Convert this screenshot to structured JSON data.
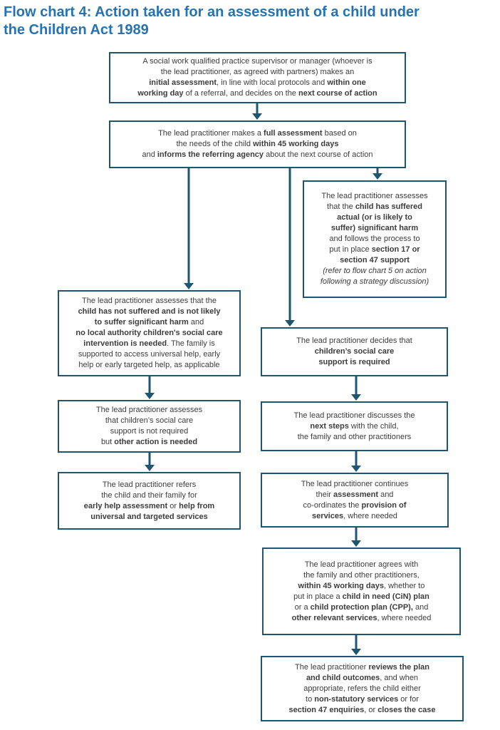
{
  "page": {
    "title": "Flow chart 4: Action taken for an assessment of a child under\nthe Children Act 1989"
  },
  "colors": {
    "title": "#2573B4",
    "box_border": "#1E5672",
    "arrow": "#1E5672",
    "text": "#3C3C3C"
  },
  "flow": {
    "boxes": [
      {
        "name": "initial-assessment",
        "segments": [
          {
            "t": "A social work qualified practice supervisor or manager (whoever is\nthe lead practitioner, as agreed with partners) makes an\n",
            "s": ""
          },
          {
            "t": "initial assessment",
            "s": "b"
          },
          {
            "t": ", in line with local protocols and ",
            "s": ""
          },
          {
            "t": "within one\nworking day",
            "s": "b"
          },
          {
            "t": " of a referral, and decides on the ",
            "s": ""
          },
          {
            "t": "next course of action",
            "s": "b"
          }
        ]
      },
      {
        "name": "full-assessment",
        "segments": [
          {
            "t": "The lead practitioner makes a ",
            "s": ""
          },
          {
            "t": "full assessment",
            "s": "b"
          },
          {
            "t": " based on\nthe needs of the child ",
            "s": ""
          },
          {
            "t": "within 45 working days",
            "s": "b"
          },
          {
            "t": "\nand ",
            "s": ""
          },
          {
            "t": "informs the referring agency",
            "s": "b"
          },
          {
            "t": " about the next course of action",
            "s": ""
          }
        ]
      },
      {
        "name": "significant-harm",
        "segments": [
          {
            "t": "The lead practitioner assesses\nthat the ",
            "s": ""
          },
          {
            "t": "child has suffered\nactual (or is likely to\nsuffer) significant harm",
            "s": "b"
          },
          {
            "t": "\nand follows the process to\nput in place ",
            "s": ""
          },
          {
            "t": "section 17 or\nsection 47 support",
            "s": "b"
          },
          {
            "t": "\n",
            "s": ""
          },
          {
            "t": "(refer to flow chart 5 on action\nfollowing a strategy discussion)",
            "s": "i"
          }
        ]
      },
      {
        "name": "no-significant-harm",
        "segments": [
          {
            "t": "The lead practitioner assesses that the\n",
            "s": ""
          },
          {
            "t": "child has not suffered and is not likely\nto suffer significant harm",
            "s": "b"
          },
          {
            "t": " and\n",
            "s": ""
          },
          {
            "t": "no local authority children's social care\nintervention is needed",
            "s": "b"
          },
          {
            "t": ". The family is\nsupported to access universal help, early\nhelp or early targeted help, as applicable",
            "s": ""
          }
        ]
      },
      {
        "name": "social-care-support-required",
        "segments": [
          {
            "t": "The lead practitioner decides that\n",
            "s": ""
          },
          {
            "t": "children’s social care\nsupport is required",
            "s": "b"
          }
        ]
      },
      {
        "name": "support-not-required",
        "segments": [
          {
            "t": "The lead practitioner assesses\nthat children’s social care\nsupport is not required\nbut ",
            "s": ""
          },
          {
            "t": "other action is needed",
            "s": "b"
          }
        ]
      },
      {
        "name": "discuss-next-steps",
        "segments": [
          {
            "t": "The lead practitioner discusses the\n",
            "s": ""
          },
          {
            "t": "next steps",
            "s": "b"
          },
          {
            "t": " with the child,\nthe family and other practitioners",
            "s": ""
          }
        ]
      },
      {
        "name": "refer-early-help",
        "segments": [
          {
            "t": "The lead practitioner refers\nthe child and their family for\n",
            "s": ""
          },
          {
            "t": "early help assessment",
            "s": "b"
          },
          {
            "t": " or ",
            "s": ""
          },
          {
            "t": "help from\nuniversal and targeted services",
            "s": "b"
          }
        ]
      },
      {
        "name": "continue-assessment",
        "segments": [
          {
            "t": "The lead practitioner continues\ntheir ",
            "s": ""
          },
          {
            "t": "assessment",
            "s": "b"
          },
          {
            "t": " and\nco-ordinates the ",
            "s": ""
          },
          {
            "t": "provision of\nservices",
            "s": "b"
          },
          {
            "t": ", where needed",
            "s": ""
          }
        ]
      },
      {
        "name": "agree-plan",
        "segments": [
          {
            "t": "The lead practitioner agrees with\nthe family and other practitioners,\n",
            "s": ""
          },
          {
            "t": "within 45 working days",
            "s": "b"
          },
          {
            "t": ", whether to\nput in place a ",
            "s": ""
          },
          {
            "t": "child in need (CiN) plan",
            "s": "b"
          },
          {
            "t": "\nor a ",
            "s": ""
          },
          {
            "t": "child protection plan (CPP),",
            "s": "b"
          },
          {
            "t": " and\n",
            "s": ""
          },
          {
            "t": "other relevant services",
            "s": "b"
          },
          {
            "t": ", where needed",
            "s": ""
          }
        ]
      },
      {
        "name": "review-plan",
        "segments": [
          {
            "t": "The lead practitioner ",
            "s": ""
          },
          {
            "t": "reviews the plan\nand child outcomes",
            "s": "b"
          },
          {
            "t": ", and when\nappropriate, refers the child either\nto ",
            "s": ""
          },
          {
            "t": "non-statutory services",
            "s": "b"
          },
          {
            "t": " or for\n",
            "s": ""
          },
          {
            "t": "section 47 enquiries",
            "s": "b"
          },
          {
            "t": ", or ",
            "s": ""
          },
          {
            "t": "closes the case",
            "s": "b"
          }
        ]
      }
    ],
    "edges": [
      {
        "from": "initial-assessment",
        "to": "full-assessment"
      },
      {
        "from": "full-assessment",
        "to": "no-significant-harm"
      },
      {
        "from": "full-assessment",
        "to": "social-care-support-required"
      },
      {
        "from": "full-assessment",
        "to": "significant-harm"
      },
      {
        "from": "no-significant-harm",
        "to": "support-not-required"
      },
      {
        "from": "support-not-required",
        "to": "refer-early-help"
      },
      {
        "from": "social-care-support-required",
        "to": "discuss-next-steps"
      },
      {
        "from": "discuss-next-steps",
        "to": "continue-assessment"
      },
      {
        "from": "continue-assessment",
        "to": "agree-plan"
      },
      {
        "from": "agree-plan",
        "to": "review-plan"
      }
    ]
  }
}
